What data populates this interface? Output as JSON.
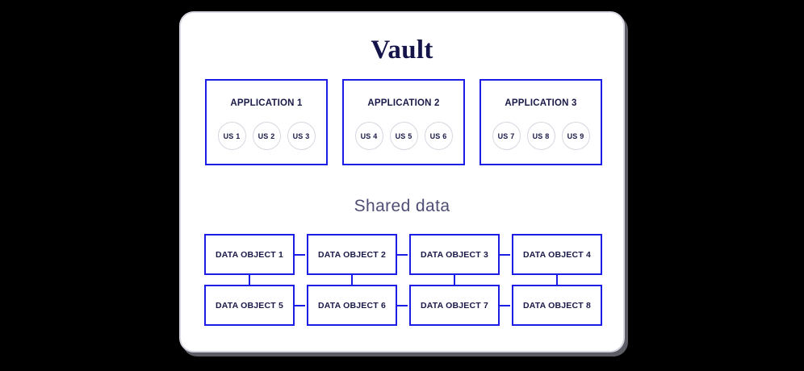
{
  "diagram": {
    "title": "Vault",
    "shared_heading": "Shared data",
    "colors": {
      "card_border": "#d7d7e2",
      "box_border": "#1d1de8",
      "title_text": "#14144a",
      "label_text": "#191948",
      "heading_text": "#4e4e74",
      "circle_border": "#d6d6e0",
      "background": "#000000",
      "card_background": "#ffffff"
    },
    "applications": [
      {
        "label": "APPLICATION 1",
        "units": [
          "US 1",
          "US 2",
          "US 3"
        ]
      },
      {
        "label": "APPLICATION 2",
        "units": [
          "US 4",
          "US 5",
          "US 6"
        ]
      },
      {
        "label": "APPLICATION 3",
        "units": [
          "US 7",
          "US 8",
          "US 9"
        ]
      }
    ],
    "data_objects": {
      "row1": [
        "DATA OBJECT 1",
        "DATA OBJECT 2",
        "DATA OBJECT 3",
        "DATA OBJECT 4"
      ],
      "row2": [
        "DATA OBJECT 5",
        "DATA OBJECT 6",
        "DATA OBJECT 7",
        "DATA OBJECT 8"
      ]
    }
  }
}
